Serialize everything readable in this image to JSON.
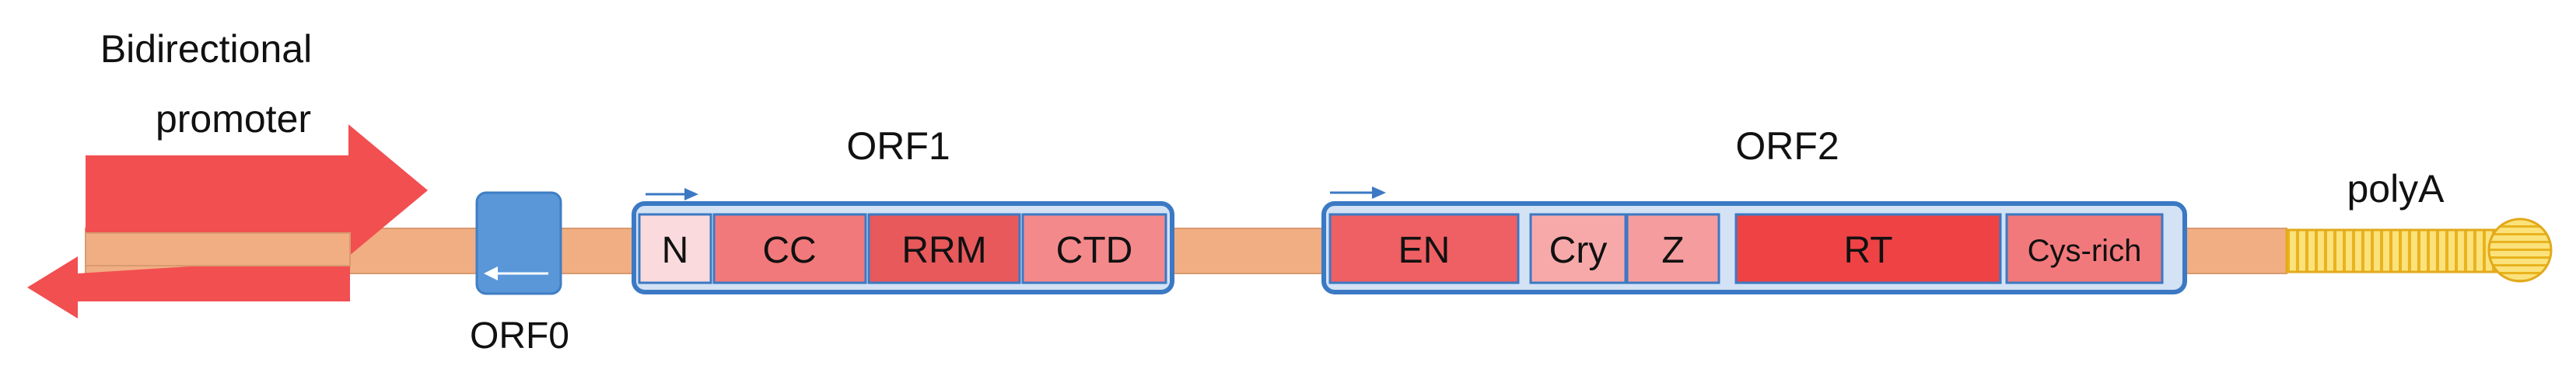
{
  "labels": {
    "promoter_line1": "Bidirectional",
    "promoter_line2": "promoter",
    "orf0": "ORF0",
    "orf1": "ORF1",
    "orf2": "ORF2",
    "polya": "polyA"
  },
  "orf1_domains": [
    {
      "label": "N",
      "color": "#fadadd"
    },
    {
      "label": "CC",
      "color": "#f2797b"
    },
    {
      "label": "RRM",
      "color": "#e8595c"
    },
    {
      "label": "CTD",
      "color": "#f4898b"
    }
  ],
  "orf2_domains": [
    {
      "label": "EN",
      "color": "#ee6063"
    },
    {
      "label": "Cry",
      "color": "#f7a9aa"
    },
    {
      "label": "Z",
      "color": "#f59c9e"
    },
    {
      "label": "RT",
      "color": "#ef4245"
    },
    {
      "label": "Cys-rich",
      "color": "#f2797b"
    }
  ],
  "colors": {
    "backbone": "#f1ae83",
    "promoter_arrow": "#f24f51",
    "orf_outline": "#3b79c4",
    "orf0_box": "#5a97d8",
    "polya": "#f9d44a"
  }
}
